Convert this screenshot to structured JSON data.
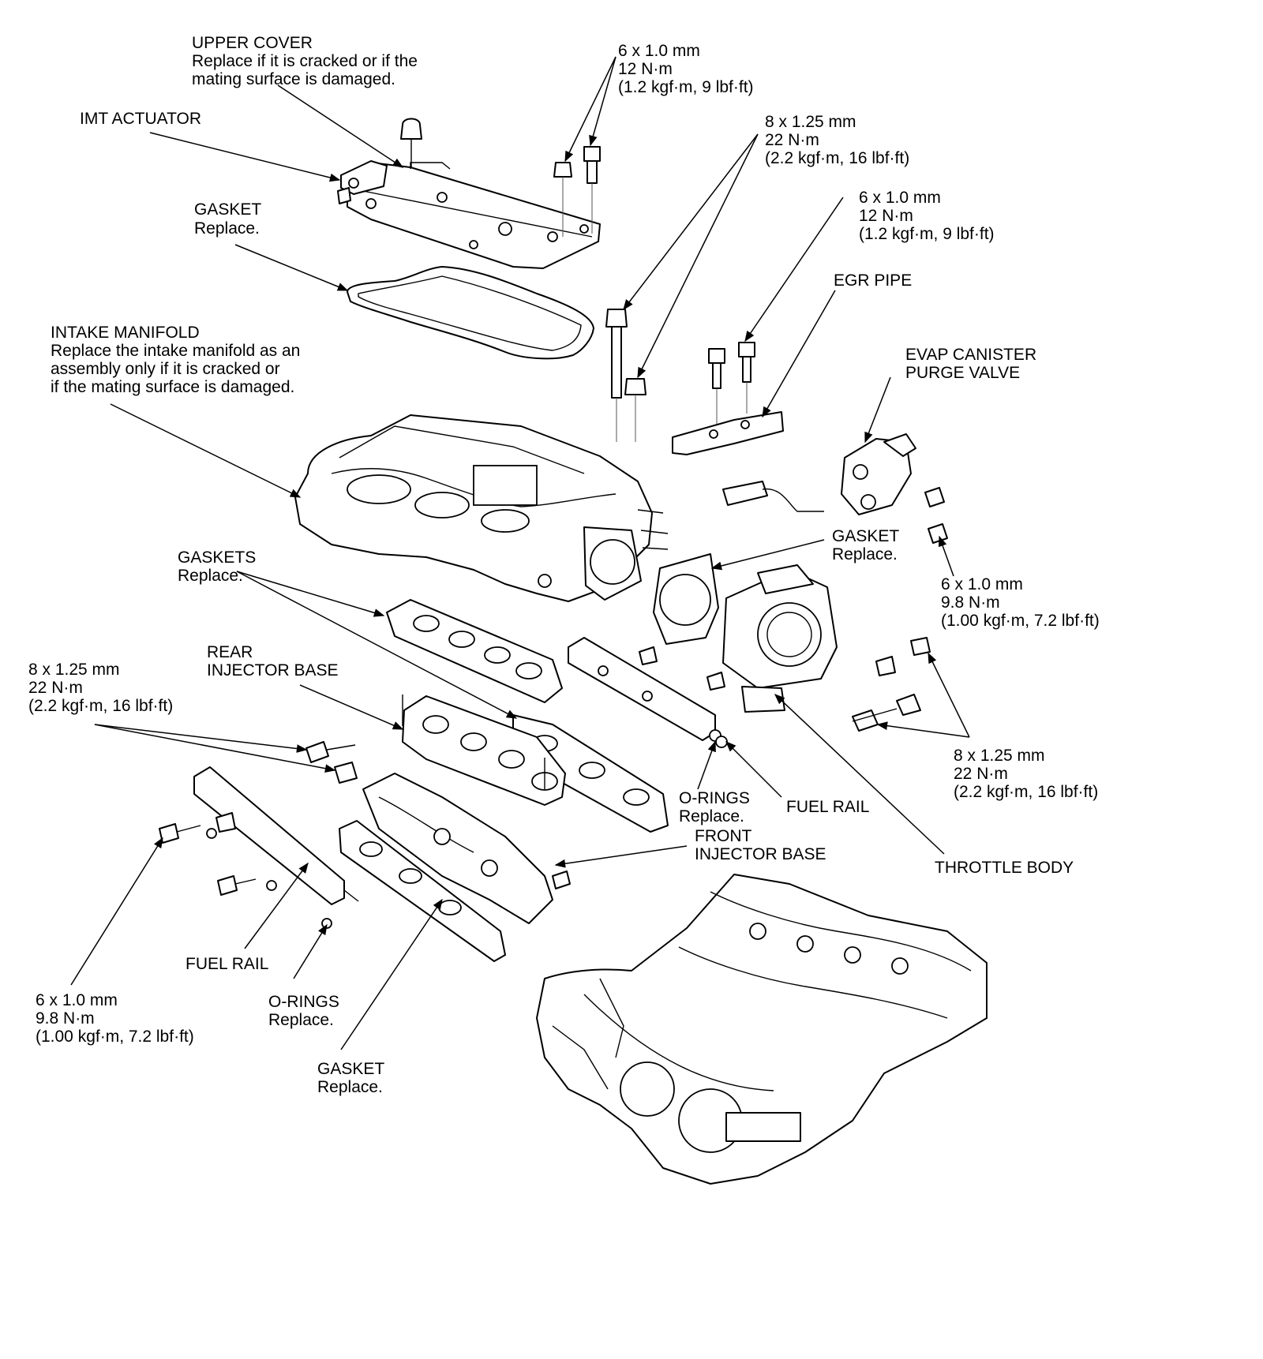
{
  "callouts": {
    "upper_cover": {
      "lines": [
        "UPPER COVER",
        "Replace if it is cracked or if the",
        "mating surface is damaged."
      ]
    },
    "imt_actuator": {
      "lines": [
        "IMT ACTUATOR"
      ]
    },
    "gasket_cover": {
      "lines": [
        "GASKET",
        "Replace."
      ]
    },
    "intake_manifold": {
      "lines": [
        "INTAKE MANIFOLD",
        "Replace the intake manifold as an",
        "assembly only if it is cracked or",
        "if the mating surface is damaged."
      ]
    },
    "gaskets_base": {
      "lines": [
        "GASKETS",
        "Replace."
      ]
    },
    "rear_injector_base": {
      "lines": [
        "REAR",
        "INJECTOR BASE"
      ]
    },
    "bolt_left_8": {
      "lines": [
        "8 x 1.25 mm",
        "22 N·m",
        "(2.2 kgf·m, 16 lbf·ft)"
      ]
    },
    "bolt_top_6": {
      "lines": [
        "6 x 1.0 mm",
        "12 N·m",
        "(1.2 kgf·m, 9 lbf·ft)"
      ]
    },
    "bolt_top_8": {
      "lines": [
        "8 x 1.25 mm",
        "22 N·m",
        "(2.2 kgf·m, 16 lbf·ft)"
      ]
    },
    "bolt_egr_6": {
      "lines": [
        "6 x 1.0 mm",
        "12 N·m",
        "(1.2 kgf·m, 9 lbf·ft)"
      ]
    },
    "egr_pipe": {
      "lines": [
        "EGR PIPE"
      ]
    },
    "evap_valve": {
      "lines": [
        "EVAP CANISTER",
        "PURGE VALVE"
      ]
    },
    "gasket_throttle": {
      "lines": [
        "GASKET",
        "Replace."
      ]
    },
    "nut_right_6": {
      "lines": [
        "6 x 1.0 mm",
        "9.8 N·m",
        "(1.00 kgf·m, 7.2 lbf·ft)"
      ]
    },
    "bolt_right_8": {
      "lines": [
        "8 x 1.25 mm",
        "22 N·m",
        "(2.2 kgf·m, 16 lbf·ft)"
      ]
    },
    "orings_right": {
      "lines": [
        "O-RINGS",
        "Replace."
      ]
    },
    "fuel_rail_right": {
      "lines": [
        "FUEL RAIL"
      ]
    },
    "front_injector_base": {
      "lines": [
        "FRONT",
        "INJECTOR BASE"
      ]
    },
    "throttle_body": {
      "lines": [
        "THROTTLE BODY"
      ]
    },
    "fuel_rail_left": {
      "lines": [
        "FUEL RAIL"
      ]
    },
    "bolt_left_6": {
      "lines": [
        "6 x 1.0 mm",
        "9.8 N·m",
        "(1.00 kgf·m, 7.2 lbf·ft)"
      ]
    },
    "orings_left": {
      "lines": [
        "O-RINGS",
        "Replace."
      ]
    },
    "gasket_front": {
      "lines": [
        "GASKET",
        "Replace."
      ]
    }
  },
  "colors": {
    "ink": "#000000",
    "paper": "#ffffff"
  }
}
